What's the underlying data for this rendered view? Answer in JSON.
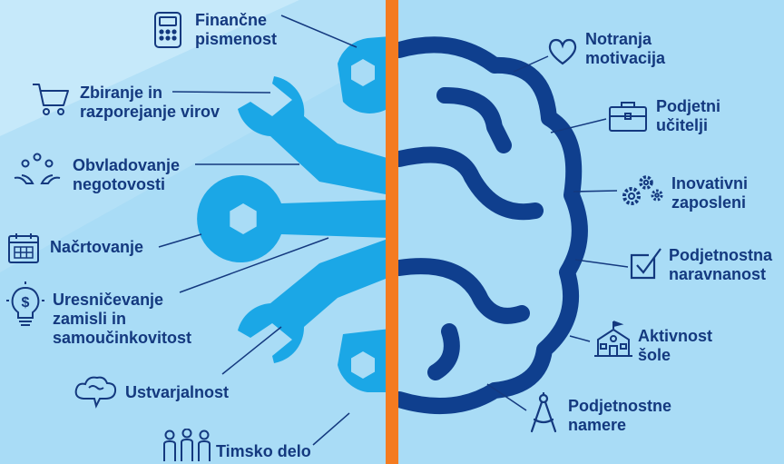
{
  "colors": {
    "background": "#a9dcf6",
    "background_light": "#c6e9fa",
    "tools": "#1ba7e6",
    "brain": "#0f3f8e",
    "divider": "#f47b20",
    "text": "#14397f"
  },
  "left_items": [
    {
      "lines": [
        "Finančne",
        "pismenost"
      ],
      "icon": "calculator-icon"
    },
    {
      "lines": [
        "Zbiranje in",
        "razporejanje virov"
      ],
      "icon": "shopping-cart-icon"
    },
    {
      "lines": [
        "Obvladovanje",
        "negotovosti"
      ],
      "icon": "hands-juggling-icon"
    },
    {
      "lines": [
        "Načrtovanje"
      ],
      "icon": "calendar-icon"
    },
    {
      "lines": [
        "Uresničevanje",
        "zamisli in",
        "samoučinkovitost"
      ],
      "icon": "lightbulb-dollar-icon"
    },
    {
      "lines": [
        "Ustvarjalnost"
      ],
      "icon": "thought-cloud-icon"
    },
    {
      "lines": [
        "Timsko delo"
      ],
      "icon": "team-people-icon"
    }
  ],
  "right_items": [
    {
      "lines": [
        "Notranja",
        "motivacija"
      ],
      "icon": "heart-icon"
    },
    {
      "lines": [
        "Podjetni",
        "učitelji"
      ],
      "icon": "briefcase-icon"
    },
    {
      "lines": [
        "Inovativni",
        "zaposleni"
      ],
      "icon": "gears-icon"
    },
    {
      "lines": [
        "Podjetnostna",
        "naravnanost"
      ],
      "icon": "checkbox-icon"
    },
    {
      "lines": [
        "Aktivnost",
        "šole"
      ],
      "icon": "school-building-icon"
    },
    {
      "lines": [
        "Podjetnostne",
        "namere"
      ],
      "icon": "compass-icon"
    }
  ]
}
